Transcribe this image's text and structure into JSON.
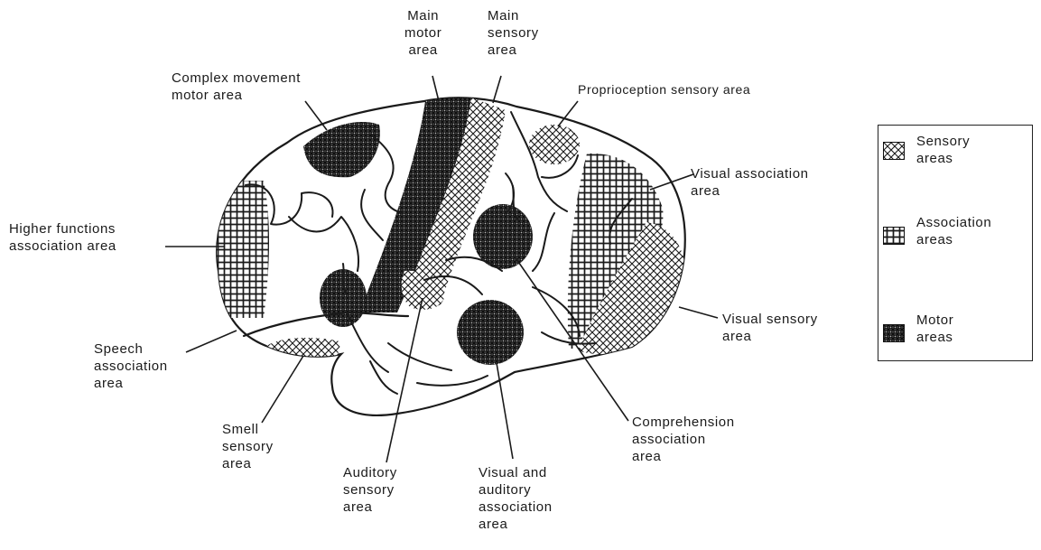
{
  "labels": {
    "main_motor": [
      "Main",
      "motor",
      "area"
    ],
    "main_sensory": [
      "Main",
      "sensory",
      "area"
    ],
    "complex_movement": [
      "Complex movement",
      "motor area"
    ],
    "proprioception": [
      "Proprioception sensory area"
    ],
    "visual_association": [
      "Visual association",
      "area"
    ],
    "higher_functions": [
      "Higher functions",
      "association area"
    ],
    "visual_sensory": [
      "Visual  sensory",
      "area"
    ],
    "speech": [
      "Speech",
      "association",
      "area"
    ],
    "smell": [
      "Smell",
      "sensory",
      "area"
    ],
    "auditory_sensory": [
      "Auditory",
      "sensory",
      "area"
    ],
    "visual_auditory": [
      "Visual and",
      "auditory",
      "association",
      "area"
    ],
    "comprehension": [
      "Comprehension",
      "association",
      "area"
    ]
  },
  "legend": {
    "sensory": [
      "Sensory",
      "areas"
    ],
    "association": [
      "Association",
      "areas"
    ],
    "motor": [
      "Motor",
      "areas"
    ]
  },
  "colors": {
    "ink": "#1a1a1a",
    "background": "#ffffff"
  }
}
